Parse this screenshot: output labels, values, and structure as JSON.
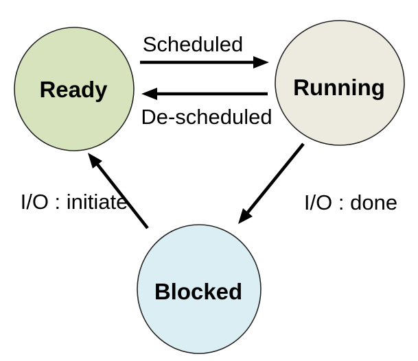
{
  "diagram": {
    "type": "state-diagram",
    "subject": "process-states",
    "background_color": "#ffffff",
    "node_outline_color": "#232323",
    "arrow_color": "#000000",
    "text_color": "#000000",
    "nodes": [
      {
        "id": "ready",
        "label": "Ready",
        "fill": "#d6e3bc"
      },
      {
        "id": "running",
        "label": "Running",
        "fill": "#edebe0"
      },
      {
        "id": "blocked",
        "label": "Blocked",
        "fill": "#daeef3"
      }
    ],
    "edges": [
      {
        "id": "scheduled",
        "label": "Scheduled",
        "from": "Ready",
        "to": "Running"
      },
      {
        "id": "de-scheduled",
        "label": "De-scheduled",
        "from": "Running",
        "to": "Ready"
      },
      {
        "id": "io-initiate",
        "label": "I/O : initiate",
        "from": "Running",
        "to": "Blocked"
      },
      {
        "id": "io-done",
        "label": "I/O : done",
        "from": "Blocked",
        "to": "Ready"
      }
    ]
  }
}
